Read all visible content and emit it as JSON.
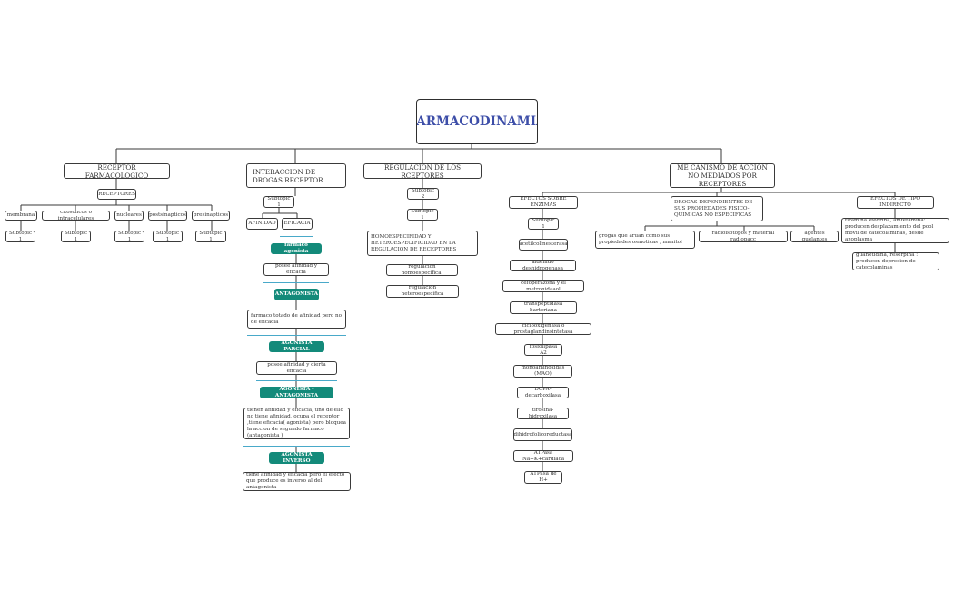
{
  "title": "FARMACODINAMIA",
  "branches": {
    "receptor": {
      "label": "RECEPTOR FARMACOLOGICO",
      "child": "RECEPTORES",
      "types": [
        "membrana",
        "citosolicos o intracelulares",
        "nucleares",
        "postsinapticos",
        "presinapticos"
      ],
      "subtopics": [
        "Subtopic 1",
        "Subtopic 1",
        "Subtopic 1",
        "Subtopic 1",
        "Subtopic 1"
      ]
    },
    "interaccion": {
      "label": "INTERACCION  DE DROGAS RECEPTOR",
      "subtopic": "Subtopic 1",
      "afinidad": "AFINIDAD",
      "eficacia": "EFICACIA",
      "sections": [
        {
          "tag": "farmaco agonista",
          "text": "posee afinidad  y eficacia"
        },
        {
          "tag": "ANTAGONISTA",
          "text": "farmaco totado  de afinidad pero no de eficacia"
        },
        {
          "tag": "AGONISTA PARCIAL",
          "text": "posee afinidad  y cierta eficacia"
        },
        {
          "tag": "AGONISTA -ANTAGONISTA",
          "text": "tienen afinidad y eficacia, uno de ello no tiene afinidad, ocupa el receptor ,tiene eficacia( agonista) pero bloquea la accion de segundo farmaco (antagonista )"
        },
        {
          "tag": "AGONISTA INVERSO",
          "text": "tiene afinidad y eficacia  pero el efecto que produce  es inverso al del antagonista"
        }
      ]
    },
    "regulacion": {
      "label": "REGULACION DE LOS RCEPTORES",
      "subtopic2": "Subtopic 2",
      "subtopic1": "Subtopic 1",
      "desc": "HOMOESPECIFIDAD Y HETEROESPECIFICIDAD EN LA REGULACION DE RECEPTORES",
      "items": [
        "regulacion  homoespecifica.",
        "regulacion heteroespecifica"
      ]
    },
    "mecanismo": {
      "label": "ME CANISMO DE ACCION  NO MEDIADOS POR RECEPTORES",
      "enzimas": {
        "label": "EFECTOS SOBRE ENZIMAS",
        "subtopic": "Subtopic 1",
        "items": [
          "acetilcolinesterasa",
          "aldehido deshidrogenasa",
          "cefoperazona  y el  metronidaaol",
          "transpeptidasa barteriana",
          "ciclooxigenasa o prostaglandinsintetasa",
          "fosfolipasa A2",
          "monoaminoxidas (MAO)",
          "DOPA-decarboxilasa",
          "tirosina-hidroxilasa",
          "dihidrofolicoreductasa",
          "ATPasa Na+K+cardiaca",
          "ATPasa de H+"
        ]
      },
      "fisico": {
        "label": "DROGAS DEPENDIENTES DE SUS PROPIEDADES FISICO-QUIMICAS NO ESPECIFICAS",
        "items": [
          "grogas que aruan como sus propiedades osmoticas , manitol",
          "radioisotopos y material radiopacc",
          "agentes quelantes"
        ]
      },
      "indirecto": {
        "label": "EFECTOS DE TIPO INDIRECTO",
        "items": [
          "tiramina  efedrina, amfetamina: producen desplazamiento del pool movil de catecolaminas, desde axoplasma",
          "guanetidina, reserpina : producen  deprecion  de catecolaminas"
        ]
      }
    }
  }
}
